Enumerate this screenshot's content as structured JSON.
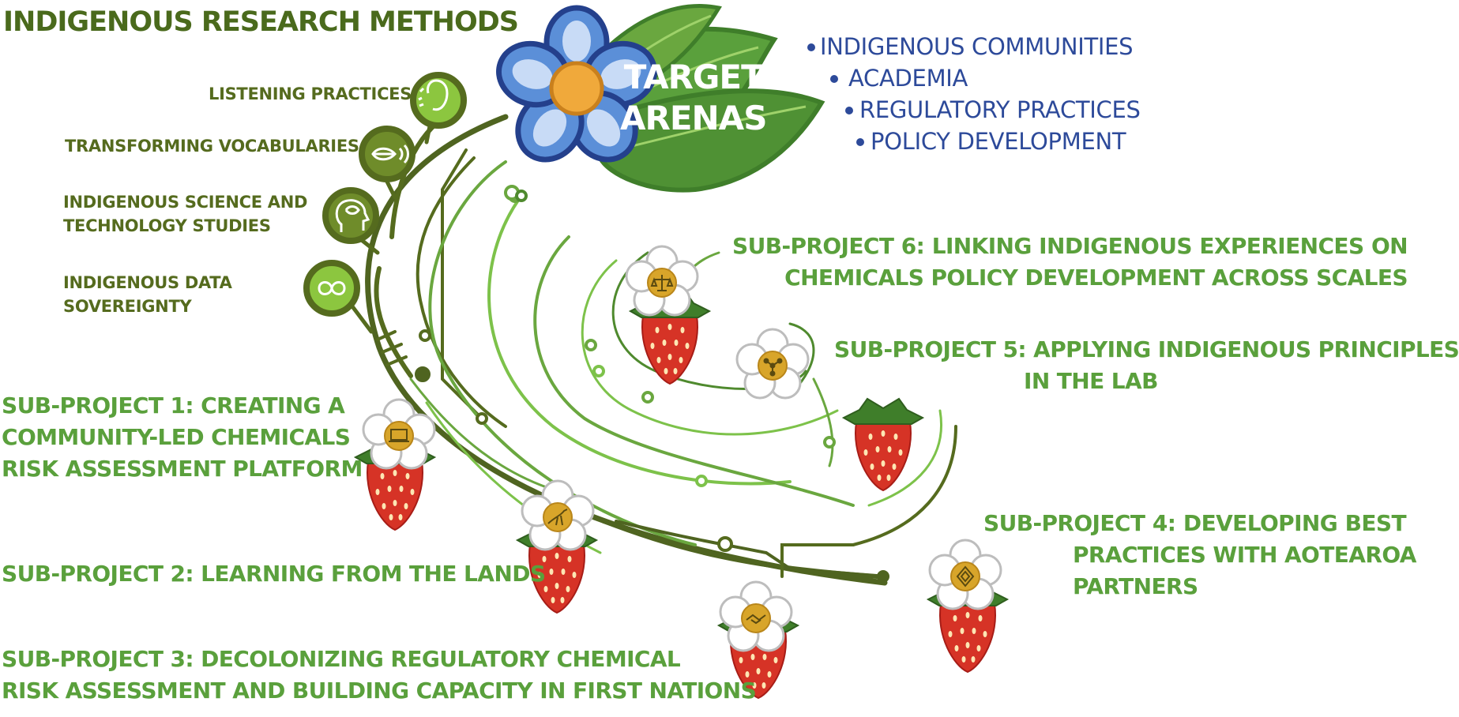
{
  "title": "INDIGENOUS RESEARCH METHODS",
  "methods": [
    {
      "icon": "ear-icon",
      "lines": [
        "LISTENING PRACTICES"
      ]
    },
    {
      "icon": "mouth-speaking-icon",
      "lines": [
        "TRANSFORMING VOCABULARIES"
      ]
    },
    {
      "icon": "brain-head-icon",
      "lines": [
        "INDIGENOUS SCIENCE AND",
        "TECHNOLOGY STUDIES"
      ]
    },
    {
      "icon": "infinity-cycle-icon",
      "lines": [
        "INDIGENOUS DATA",
        "SOVEREIGNTY"
      ]
    }
  ],
  "target": {
    "lines": [
      "TARGET",
      "ARENAS"
    ]
  },
  "arenas": [
    "INDIGENOUS COMMUNITIES",
    "ACADEMIA",
    "REGULATORY PRACTICES",
    "POLICY DEVELOPMENT"
  ],
  "subprojects": [
    {
      "id": "sp1",
      "icon": "laptop-icon",
      "lines": [
        "SUB-PROJECT 1:  CREATING  A",
        "COMMUNITY-LED CHEMICALS",
        "RISK ASSESSMENT PLATFORM"
      ]
    },
    {
      "id": "sp2",
      "icon": "heron-icon",
      "lines": [
        "SUB-PROJECT 2:  LEARNING FROM THE LANDS"
      ]
    },
    {
      "id": "sp3",
      "icon": "handshake-icon",
      "lines": [
        "SUB-PROJECT 3:  DECOLONIZING REGULATORY CHEMICAL",
        "RISK ASSESSMENT AND BUILDING CAPACITY IN FIRST NATIONS"
      ]
    },
    {
      "id": "sp4",
      "icon": "carved-pattern-icon",
      "lines": [
        "SUB-PROJECT 4:   DEVELOPING   BEST",
        "PRACTICES  WITH   AOTEAROA",
        "PARTNERS"
      ]
    },
    {
      "id": "sp5",
      "icon": "molecule-icon",
      "lines": [
        "SUB-PROJECT 5:  APPLYING INDIGENOUS PRINCIPLES",
        "IN THE LAB"
      ]
    },
    {
      "id": "sp6",
      "icon": "scales-quill-icon",
      "lines": [
        "SUB-PROJECT 6:   LINKING   INDIGENOUS   EXPERIENCES   ON",
        "CHEMICALS POLICY DEVELOPMENT ACROSS SCALES"
      ]
    }
  ],
  "colors": {
    "dark_olive": "#556b1e",
    "mid_green": "#5aa03c",
    "light_green": "#7dc24a",
    "flower_blue": "#5b8fd8",
    "arena_blue": "#2d4a9a",
    "strawberry_red": "#d63326",
    "flower_center": "#d8a52a"
  }
}
